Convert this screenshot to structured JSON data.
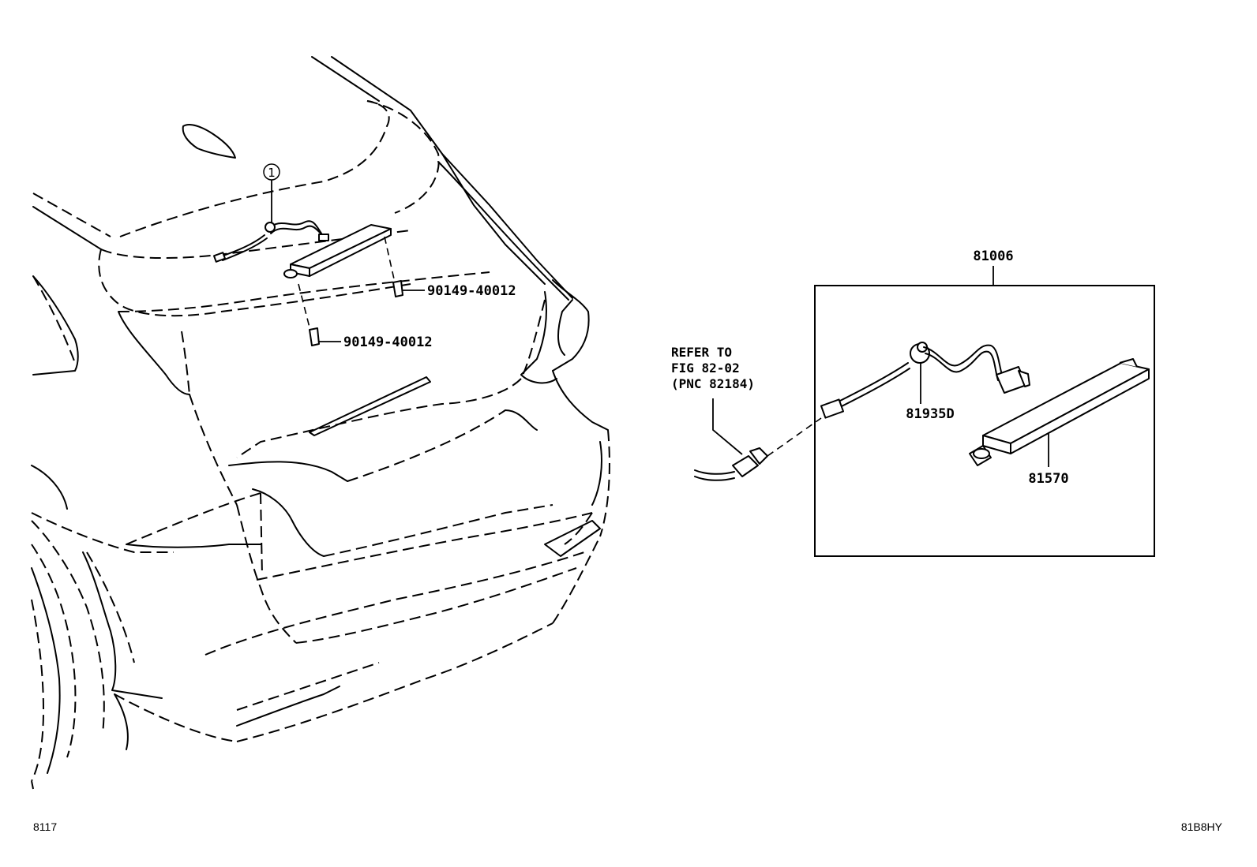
{
  "callouts": {
    "callout_1": "1",
    "bolt_upper": "90149-40012",
    "bolt_lower": "90149-40012",
    "assembly": "81006",
    "wire": "81935D",
    "lamp": "81570"
  },
  "reference_note": {
    "line1": "REFER TO",
    "line2": "FIG 82-02",
    "line3": "(PNC 82184)"
  },
  "footer": {
    "left_code": "8117",
    "right_code": "81B8HY"
  }
}
